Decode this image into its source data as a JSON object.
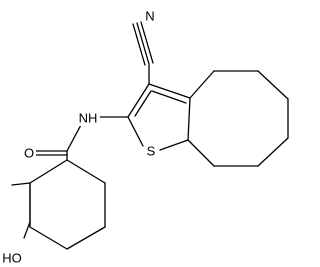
{
  "molecule": {
    "atoms": {
      "cn_nitrogen": "N",
      "amide_nh": "NH",
      "thiophene_s": "S",
      "carbonyl_o": "O",
      "hydroxyl": "HO"
    },
    "colors": {
      "bond": "#000000",
      "text": "#000000",
      "background": "#ffffff"
    }
  }
}
